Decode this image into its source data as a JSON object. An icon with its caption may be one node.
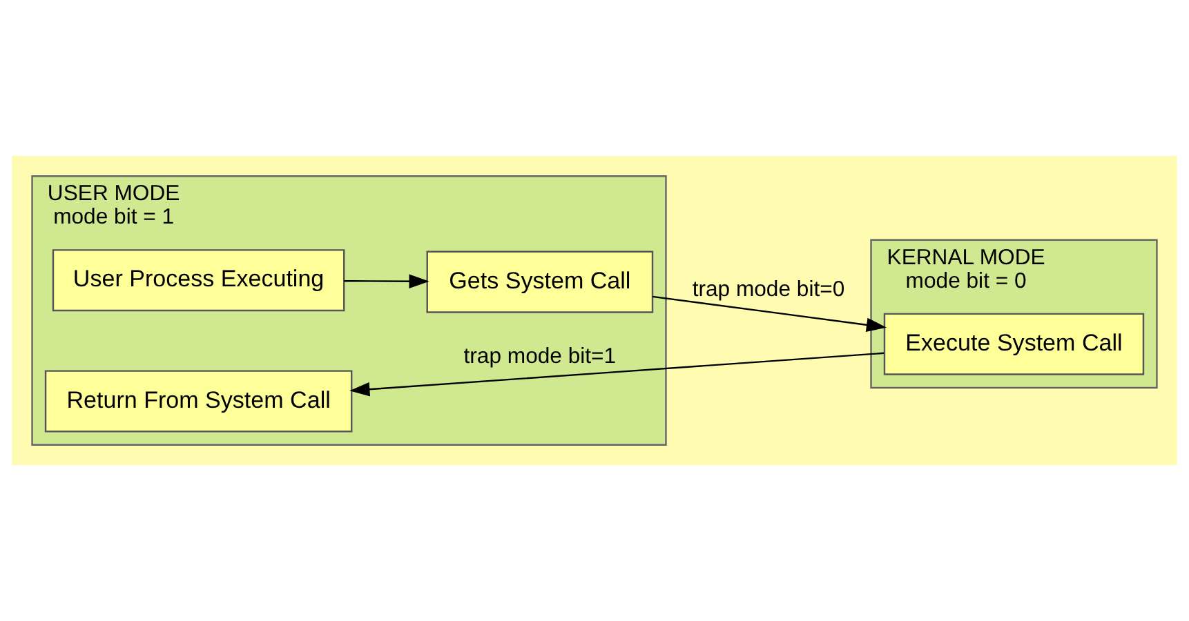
{
  "diagram": {
    "nodes": [
      {
        "text": [
          "USER MODE",
          "mode bit = 1"
        ]
      },
      {
        "text": [
          "User Process Executing"
        ],
        "in": 0
      },
      {
        "text": [
          "Gets System Call"
        ],
        "in": 0
      },
      {
        "text": [
          "Return From System Call"
        ],
        "in": 0
      },
      {
        "text": [
          "KERNAL MODE",
          "mode bit = 0"
        ]
      },
      {
        "text": [
          "Execute System Call"
        ],
        "in": 4
      }
    ],
    "edges": [
      {
        "from": 1,
        "to": 2,
        "arrow": "to"
      },
      {
        "from": 2,
        "to": 5,
        "arrow": "to",
        "label": "trap mode bit=0"
      },
      {
        "from": 5,
        "to": 3,
        "arrow": "to",
        "label": "trap mode bit=1"
      }
    ]
  }
}
